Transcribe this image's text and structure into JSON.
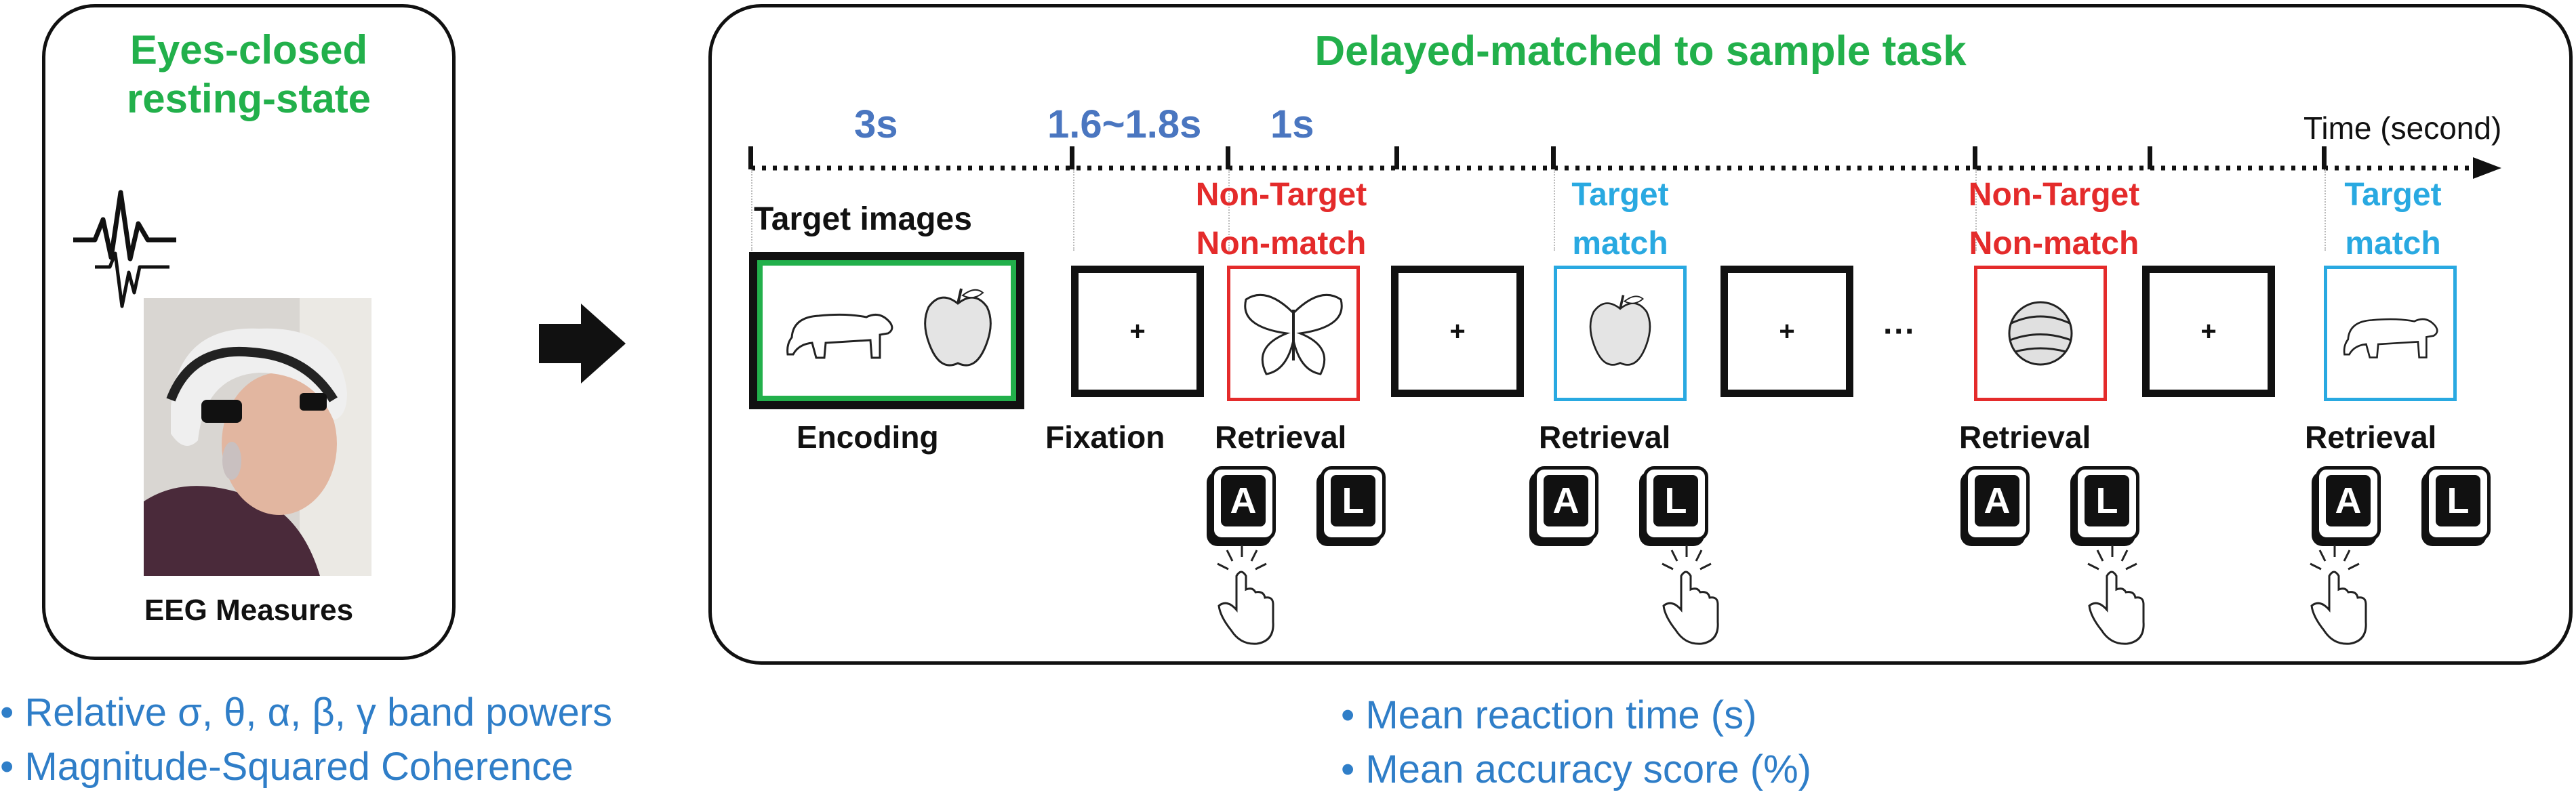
{
  "left_panel": {
    "title_line1": "Eyes-closed",
    "title_line2": "resting-state",
    "eeg_caption": "EEG Measures"
  },
  "right_panel": {
    "title": "Delayed-matched to sample task",
    "durations": [
      "3s",
      "1.6~1.8s",
      "1s"
    ],
    "time_axis_label": "Time (second)",
    "target_images_label": "Target images",
    "ellipsis": "···",
    "plus": "+",
    "phase_labels": {
      "encoding": "Encoding",
      "fixation": "Fixation",
      "retrieval": "Retrieval"
    },
    "trial_labels": [
      {
        "line1": "Non-Target",
        "line2": "Non-match"
      },
      {
        "line1": "Target",
        "line2": "match"
      },
      {
        "line1": "Non-Target",
        "line2": "Non-match"
      },
      {
        "line1": "Target",
        "line2": "match"
      }
    ],
    "keys": [
      "A",
      "L"
    ]
  },
  "bullets_left": [
    "• Relative σ, θ, α, β, γ band powers",
    "• Magnitude-Squared Coherence"
  ],
  "bullets_right": [
    "• Mean reaction time (s)",
    "• Mean accuracy score (%)"
  ],
  "colors": {
    "green": "#22b04b",
    "red": "#e42b2b",
    "cyan": "#29a9e1",
    "blue_text": "#2f7ec8",
    "duration_blue": "#4a76c0"
  }
}
